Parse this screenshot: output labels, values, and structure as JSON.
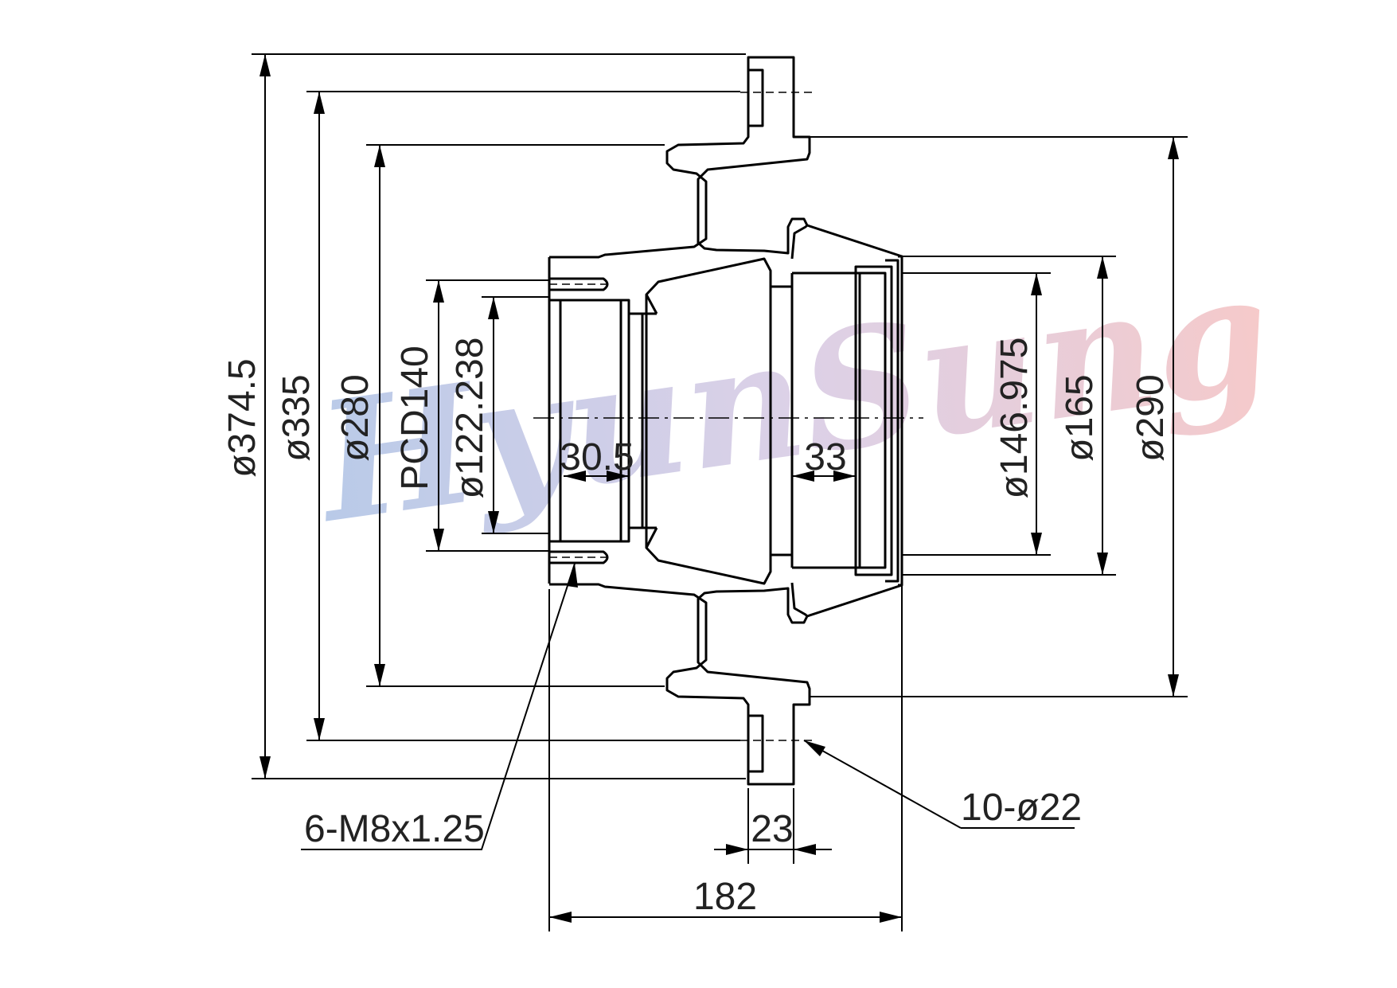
{
  "watermark": {
    "text": "HyunSung",
    "colors": [
      "#7f9fd6",
      "#f0a6a6"
    ]
  },
  "dimensions": {
    "d374": "ø374.5",
    "d335": "ø335",
    "d280": "ø280",
    "pcd": "PCD140",
    "d122": "ø122.238",
    "w30": "30.5",
    "w33": "33",
    "d146": "ø146.975",
    "d165": "ø165",
    "d290": "ø290",
    "w23": "23",
    "w182": "182",
    "holes": "10-ø22",
    "thread": "6-M8x1.25"
  }
}
